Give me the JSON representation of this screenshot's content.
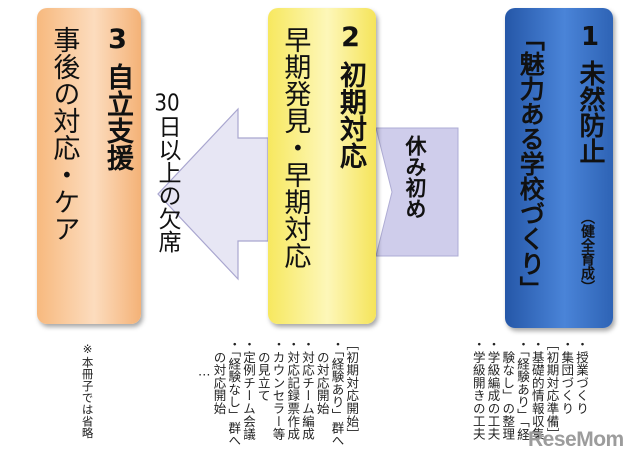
{
  "stage1": {
    "number": "1",
    "title": "未然防止",
    "subtitle": "「魅力ある学校づくり」",
    "paren_note": "（健全育成）",
    "notes": [
      "・授業づくり",
      "・集団づくり",
      "［初期対応準備］",
      "・基礎的情報収集",
      "・「経験あり」「経",
      "　験なし」の整理",
      "・学級編成の工夫",
      "・学級開きの工夫"
    ]
  },
  "stage2": {
    "number": "2",
    "title_line1": "初期対応",
    "title_line2": "早期発見・早期対応",
    "notes": [
      "［初期対応開始］",
      "・「経験あり」群へ",
      "　の対応開始",
      "・対応チーム編成",
      "・対応記録票作成",
      "・カウンセラー等",
      "　の見立て",
      "・定例チーム会議",
      "・「経験なし」群へ",
      "　の対応開始",
      "　　…"
    ]
  },
  "stage3": {
    "number": "3",
    "title_line1": "自立支援",
    "title_line2": "事後の対応・ケア",
    "notes": [
      "※本冊子では省略"
    ]
  },
  "arrow_labels": {
    "rest_start": "休み初め",
    "absence_prefix": "30",
    "absence_rest": "日以上の欠席"
  },
  "watermark": "ReseMom",
  "colors": {
    "box1": "#3a72c8",
    "box2": "#fbf39b",
    "box3": "#f9c89c",
    "arrow": "#e7e6f4",
    "arrow_stroke": "#a9a6cf",
    "notch": "#cfcdeb"
  }
}
